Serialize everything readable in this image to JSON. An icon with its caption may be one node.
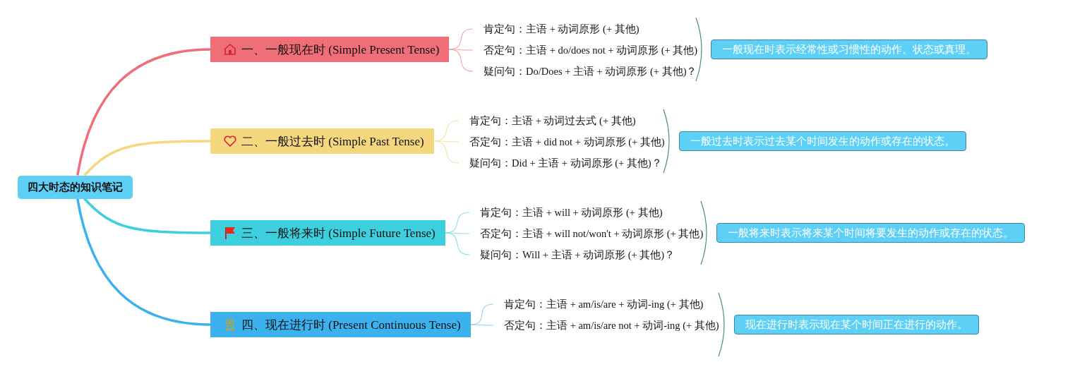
{
  "diagram": {
    "nodes": [
      {
        "text": [
          "四大时态的知识笔记"
        ]
      },
      {
        "text": [
          "一、一般现在时 (Simple Present Tense)"
        ]
      },
      {
        "text": [
          "肯定句：主语 + 动词原形 (+ 其他)"
        ]
      },
      {
        "text": [
          "否定句：主语 + do/does not + 动词原形 (+ 其他)"
        ]
      },
      {
        "text": [
          "疑问句：Do/Does + 主语 + 动词原形 (+ 其他)？"
        ]
      },
      {
        "text": [
          "一般现在时表示经常性或习惯性的动作、状态或真理。"
        ]
      },
      {
        "text": [
          "二、一般过去时 (Simple Past Tense)"
        ]
      },
      {
        "text": [
          "肯定句：主语 + 动词过去式 (+ 其他)"
        ]
      },
      {
        "text": [
          "否定句：主语 + did not + 动词原形 (+ 其他)"
        ]
      },
      {
        "text": [
          "疑问句：Did + 主语 + 动词原形 (+ 其他)？"
        ]
      },
      {
        "text": [
          "一般过去时表示过去某个时间发生的动作或存在的状态。"
        ]
      },
      {
        "text": [
          "三、一般将来时 (Simple Future Tense)"
        ]
      },
      {
        "text": [
          "肯定句：主语 + will + 动词原形 (+ 其他)"
        ]
      },
      {
        "text": [
          "否定句：主语 + will not/won't + 动词原形 (+ 其他)"
        ]
      },
      {
        "text": [
          "疑问句：Will + 主语 + 动词原形 (+ 其他)？"
        ]
      },
      {
        "text": [
          "一般将来时表示将来某个时间将要发生的动作或存在的状态。"
        ]
      },
      {
        "text": [
          "四、现在进行时 (Present Continuous Tense)"
        ]
      },
      {
        "text": [
          "肯定句：主语 + am/is/are + 动词-ing (+ 其他)"
        ]
      },
      {
        "text": [
          "否定句：主语 + am/is/are not + 动词-ing (+ 其他)"
        ]
      },
      {
        "text": [
          "现在进行时表示现在某个时间正在进行的动作。"
        ]
      }
    ],
    "edges": [
      {
        "from": 0,
        "to": 1,
        "arrow": "none",
        "style": "thick",
        "color": "#f06e78"
      },
      {
        "from": 1,
        "to": 2,
        "arrow": "none",
        "color": "#f4a0a6"
      },
      {
        "from": 1,
        "to": 3,
        "arrow": "none",
        "color": "#f4a0a6"
      },
      {
        "from": 1,
        "to": 4,
        "arrow": "none",
        "color": "#f4a0a6"
      },
      {
        "from": 0,
        "to": 6,
        "arrow": "none",
        "style": "thick",
        "color": "#f7d680"
      },
      {
        "from": 6,
        "to": 7,
        "arrow": "none",
        "color": "#f9e2a6"
      },
      {
        "from": 6,
        "to": 8,
        "arrow": "none",
        "color": "#f9e2a6"
      },
      {
        "from": 6,
        "to": 9,
        "arrow": "none",
        "color": "#f9e2a6"
      },
      {
        "from": 0,
        "to": 11,
        "arrow": "none",
        "style": "thick",
        "color": "#3ecfdf"
      },
      {
        "from": 11,
        "to": 12,
        "arrow": "none",
        "color": "#86dfe9"
      },
      {
        "from": 11,
        "to": 13,
        "arrow": "none",
        "color": "#86dfe9"
      },
      {
        "from": 11,
        "to": 14,
        "arrow": "none",
        "color": "#86dfe9"
      },
      {
        "from": 0,
        "to": 16,
        "arrow": "none",
        "style": "thick",
        "color": "#3bb2ee"
      },
      {
        "from": 16,
        "to": 17,
        "arrow": "none",
        "color": "#8acff3"
      },
      {
        "from": 16,
        "to": 18,
        "arrow": "none",
        "color": "#8acff3"
      }
    ]
  }
}
